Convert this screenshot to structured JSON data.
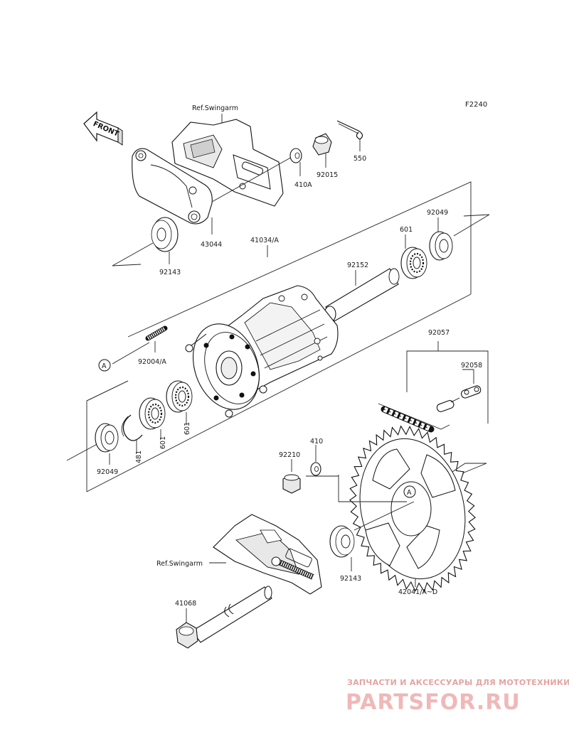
{
  "diagram": {
    "code": "F2240",
    "front_label": "FRONT",
    "ref_swingarm_top": "Ref.Swingarm",
    "ref_swingarm_bottom": "Ref.Swingarm",
    "ref_marker": "A",
    "parts": {
      "p550": "550",
      "p92015": "92015",
      "p410A": "410A",
      "p43044": "43044",
      "p92143_top": "92143",
      "p41034": "41034/A",
      "p601_top": "601",
      "p92049_top": "92049",
      "p92152": "92152",
      "p92057": "92057",
      "p92058": "92058",
      "p92004": "92004/A",
      "p601_a": "601",
      "p601_b": "601",
      "p481": "481",
      "p92049_bottom": "92049",
      "p92210": "92210",
      "p410": "410",
      "p92143_bottom": "92143",
      "p42041": "42041/A~D",
      "p41068": "41068"
    }
  },
  "watermark": {
    "tagline": "ЗАПЧАСТИ И АКСЕССУАРЫ ДЛЯ МОТОТЕХНИКИ",
    "brand": "PARTSFOR.RU"
  }
}
